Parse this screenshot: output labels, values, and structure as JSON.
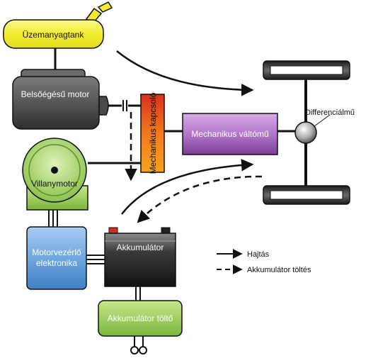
{
  "labels": {
    "fuel_tank": "Üzemanyagtank",
    "engine": "Belsőégésű motor",
    "clutch": "Mechanikus kapcsoló",
    "gearbox": "Mechanikus váltómű",
    "differential": "Differenciálmű",
    "electric_motor": "Villanymotor",
    "motor_electronics_line1": "Motorvezérlő",
    "motor_electronics_line2": "elektronika",
    "battery": "Akkumulátor",
    "charger": "Akkumulátor töltő"
  },
  "legend": {
    "drive": "Hajtás",
    "battery_charging": "Akkumulátor töltés"
  },
  "colors": {
    "fuel_tank": "#f4ee3c",
    "gearbox": "#a766c4",
    "electric_motor": "#8fc94a",
    "motor_electronics": "#5f9fd8",
    "charger": "#9ccf4c",
    "clutch": "#ee6a1e"
  }
}
